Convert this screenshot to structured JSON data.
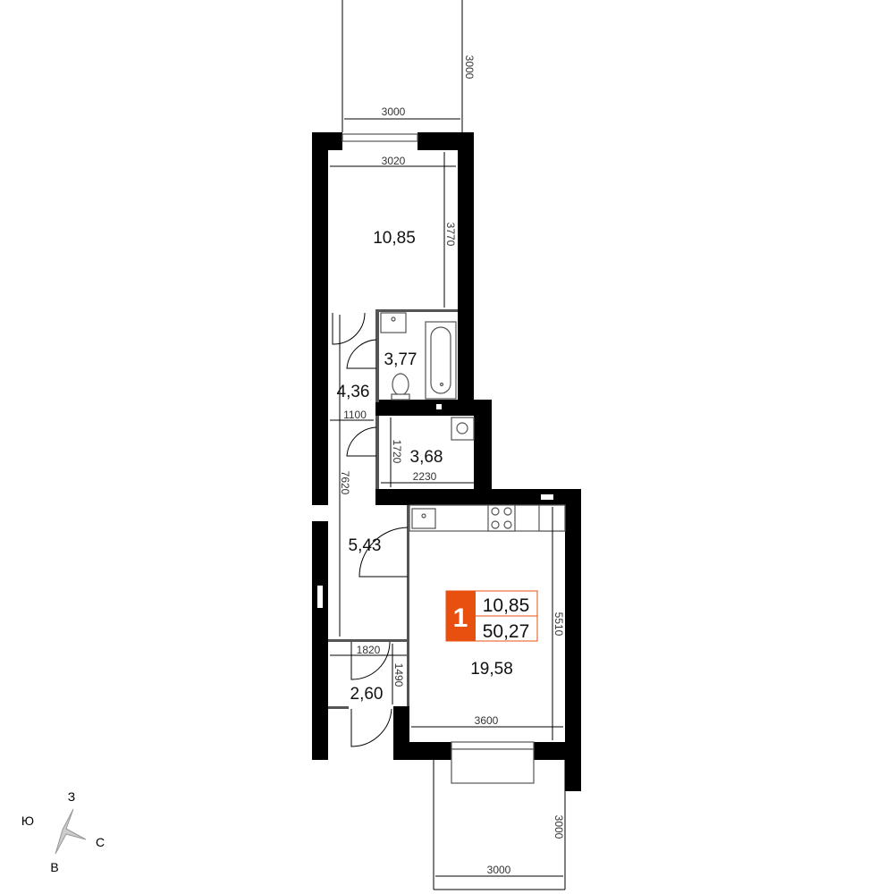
{
  "rooms": {
    "bedroom": "10,85",
    "bathroom": "3,77",
    "hall": "4,36",
    "storage": "3,68",
    "corridor": "5,43",
    "wc": "2,60",
    "kitchen_living": "19,58"
  },
  "dimensions": {
    "balcony_top_width": "3000",
    "balcony_top_depth": "3000",
    "bedroom_width": "3020",
    "bedroom_length": "3770",
    "hall_width": "1100",
    "corridor_length": "7620",
    "storage_height": "1720",
    "storage_width": "2230",
    "wc_width": "1820",
    "wc_length": "1490",
    "kitchen_length": "5510",
    "kitchen_width": "3600",
    "balcony_bottom_width": "3000",
    "balcony_bottom_depth": "3000"
  },
  "badge": {
    "rooms_count": "1",
    "living_area": "10,85",
    "total_area": "50,27",
    "color": "#E8500F"
  },
  "compass": {
    "north": "С",
    "south": "Ю",
    "west": "З",
    "east": "В"
  }
}
